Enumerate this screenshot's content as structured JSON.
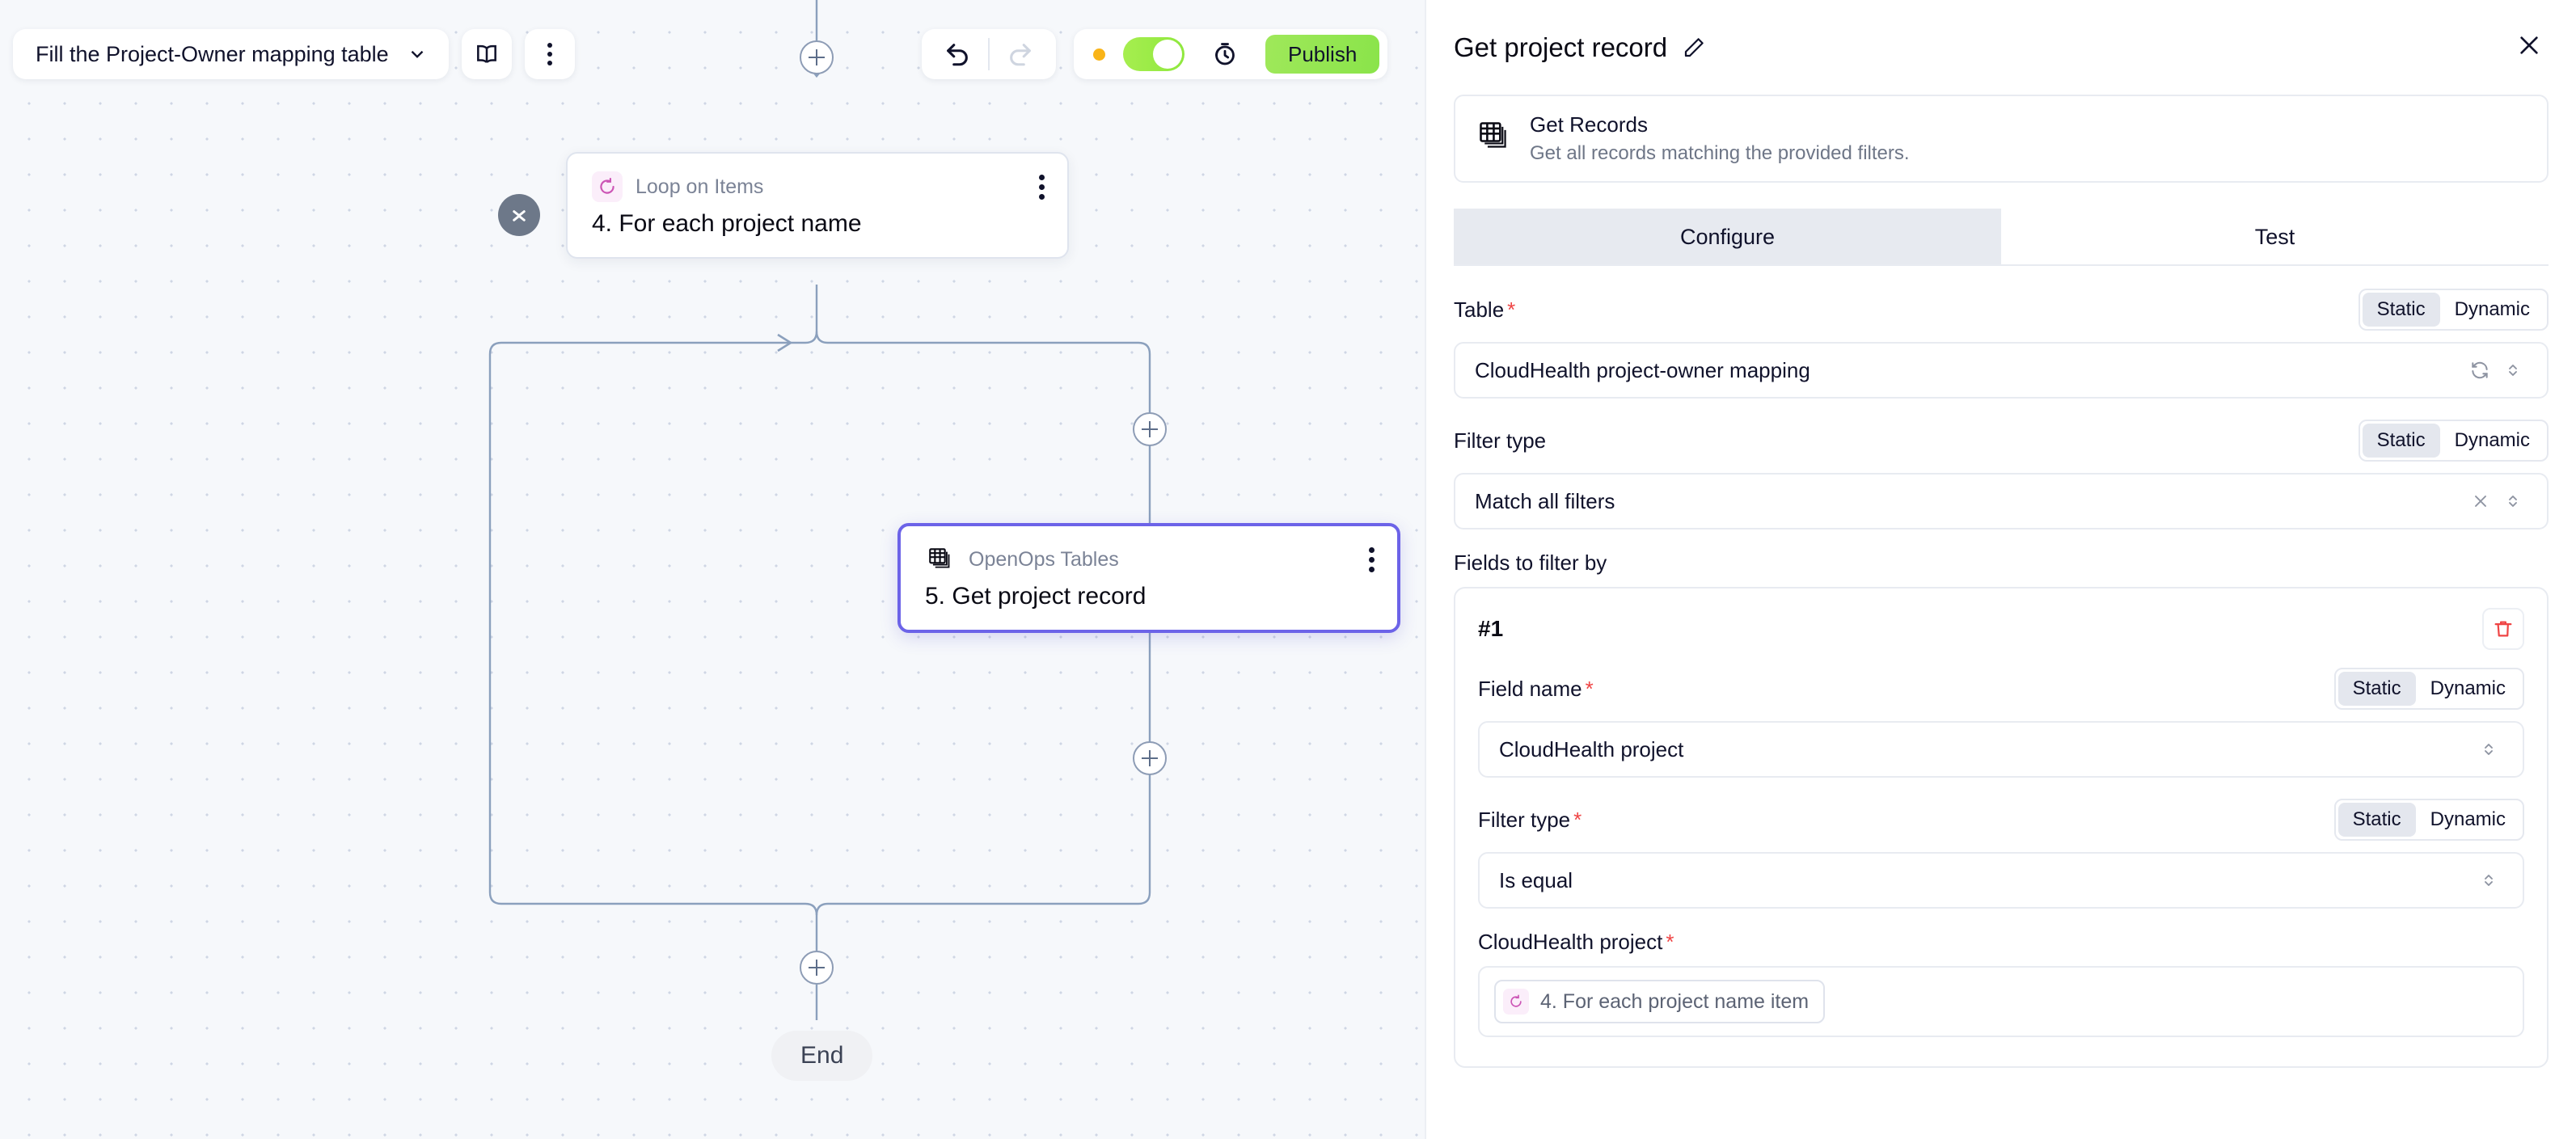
{
  "toolbar": {
    "flow_name": "Fill the Project-Owner mapping table",
    "chevron_icon": "chevron-down-icon",
    "docs_icon": "book-icon",
    "more_icon": "more-vertical-icon",
    "undo_icon": "undo-icon",
    "redo_icon": "redo-icon",
    "status_dot": "unsaved-dot",
    "toggle_state": "on",
    "history_icon": "run-history-icon",
    "publish_label": "Publish",
    "colors": {
      "publish": "#8ae44a",
      "toggle_on": "#8fe83e",
      "status_dot": "#f9b418"
    }
  },
  "canvas": {
    "nodes": [
      {
        "kind": "Loop on Items",
        "title": "4. For each project name",
        "badge_icon": "loop-icon",
        "selected": false
      },
      {
        "kind": "OpenOps Tables",
        "title": "5. Get project record",
        "badge_icon": "tables-icon",
        "selected": true
      }
    ],
    "end_label": "End",
    "add_step_icon": "plus-icon",
    "collapse_icon": "collapse-icon"
  },
  "panel": {
    "title": "Get project record",
    "edit_icon": "pencil-icon",
    "close_icon": "close-icon",
    "action": {
      "icon": "tables-icon",
      "name": "Get Records",
      "description": "Get all records matching the provided filters."
    },
    "tabs": [
      {
        "label": "Configure",
        "active": false
      },
      {
        "label": "Test",
        "active": true
      }
    ],
    "fields": {
      "table": {
        "label": "Table",
        "required": true,
        "mode_static": "Static",
        "mode_dynamic": "Dynamic",
        "mode_selected": "Static",
        "value": "CloudHealth project-owner mapping",
        "refresh_icon": "refresh-icon",
        "chevron_icon": "chevron-up-down-icon"
      },
      "filter_type": {
        "label": "Filter type",
        "required": false,
        "mode_static": "Static",
        "mode_dynamic": "Dynamic",
        "mode_selected": "Static",
        "value": "Match all filters",
        "clear_icon": "close-icon",
        "chevron_icon": "chevron-up-down-icon"
      },
      "fields_to_filter_by": {
        "label": "Fields to filter by",
        "items": [
          {
            "number": "#1",
            "delete_icon": "trash-icon",
            "field_name": {
              "label": "Field name",
              "required": true,
              "mode_static": "Static",
              "mode_dynamic": "Dynamic",
              "mode_selected": "Static",
              "value": "CloudHealth project",
              "chevron_icon": "chevron-up-down-icon"
            },
            "filter_type": {
              "label": "Filter type",
              "required": true,
              "mode_static": "Static",
              "mode_dynamic": "Dynamic",
              "mode_selected": "Static",
              "value": "Is equal",
              "chevron_icon": "chevron-up-down-icon"
            },
            "value_field": {
              "label": "CloudHealth project",
              "required": true,
              "token_icon": "loop-icon",
              "token_text": "4. For each project name item"
            }
          }
        ]
      }
    }
  }
}
